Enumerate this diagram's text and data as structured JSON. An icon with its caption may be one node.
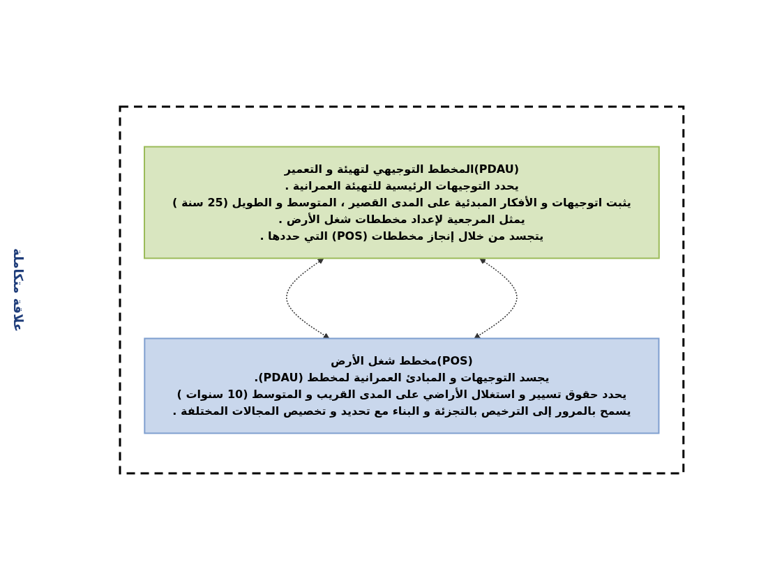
{
  "diagram": {
    "nodes": [
      {
        "text": [],
        "shape": "box"
      },
      {
        "text": [
          "(PDAU)المخطط التوجيهي لتهيئة و التعمير",
          "يحدد التوجيهات الرئيسية للتهيئة العمرانية .",
          "يثبت اتوجيهات و الأفكار المبدئية على المدى القصير ، المتوسط و الطويل (25 سنة )",
          "يمثل المرجعية لإعداد مخططات شغل الأرض .",
          "يتجسد من خلال إنجاز مخططات (POS) التي حددها ."
        ],
        "in": 0
      },
      {
        "text": [
          "(POS)مخطط شغل الأرض",
          "يجسد التوجيهات و المبادئ العمرانية لمخطط (PDAU).",
          "يحدد حقوق تسيير و استغلال الأراضي على المدى القريب و المتوسط (10 سنوات )",
          "يسمح بالمرور إلى الترخيص بالتجزئة و البناء مع تحديد و تخصيص المجالات المختلفة ."
        ],
        "in": 0
      }
    ],
    "edges": [
      {
        "from": 1,
        "to": 2,
        "arrow": "both",
        "style": "dashed"
      },
      {
        "from": 1,
        "to": 2,
        "arrow": "both",
        "style": "dashed"
      }
    ],
    "labels": [
      "علاقة متكاملة"
    ]
  }
}
